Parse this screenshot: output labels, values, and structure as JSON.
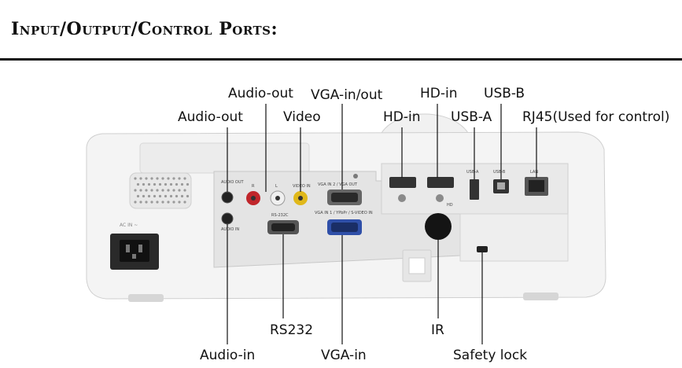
{
  "page": {
    "title": "Input/Output/Control Ports:"
  },
  "labels": {
    "audio_out_top": "Audio-out",
    "audio_out": "Audio-out",
    "video": "Video",
    "vga_in_out": "VGA-in/out",
    "hd_in_top": "HD-in",
    "hd_in": "HD-in",
    "usb_b": "USB-B",
    "usb_a": "USB-A",
    "rj45": "RJ45(Used for control)",
    "rs232": "RS232",
    "ir": "IR",
    "audio_in": "Audio-in",
    "vga_in": "VGA-in",
    "safety_lock": "Safety lock"
  },
  "device_labels": {
    "ac_in": "AC IN ~",
    "audio_out_port": "AUDIO OUT",
    "audio_in_port": "AUDIO IN",
    "r": "R",
    "l": "L",
    "video_in": "VIDEO IN",
    "rs232c": "RS-232C",
    "vga_in2_out": "VGA IN 2 / VGA OUT",
    "vga_in1": "VGA IN 1 / YPbPr / S-VIDEO IN",
    "usb_a_port": "USB-A",
    "usb_b_port": "USB-B",
    "lan": "LAN",
    "hd": "HD"
  },
  "colors": {
    "body": "#f4f4f4",
    "panel": "#e6e6e6",
    "vga_blue": "#2f4fa8",
    "audio_red": "#c0262b",
    "video_yellow": "#e0b81a"
  }
}
